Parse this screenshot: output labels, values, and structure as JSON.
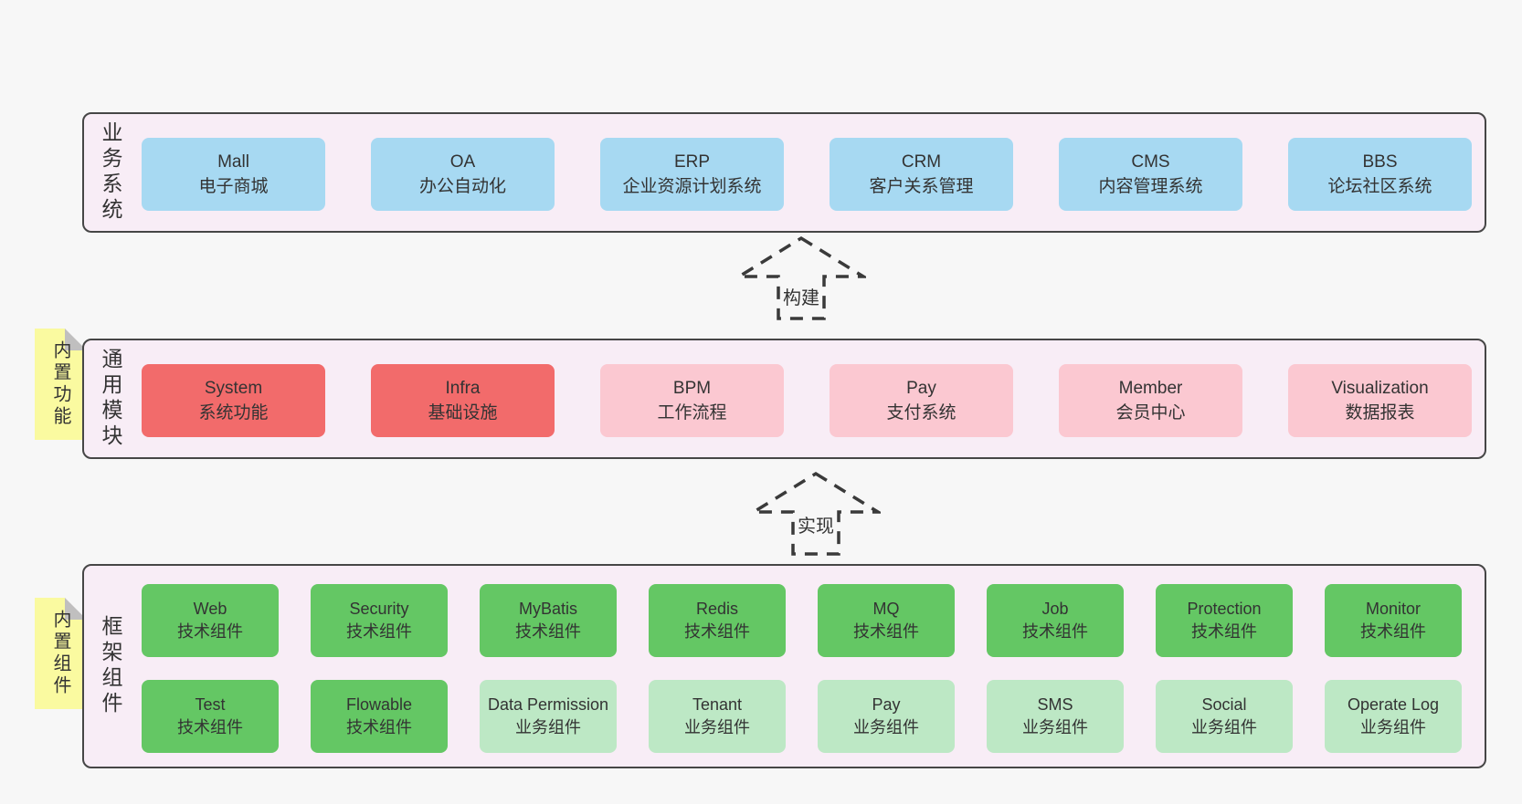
{
  "palette": {
    "page_bg": "#f7f7f7",
    "band_bg": "#f8edf6",
    "band_border": "#464646",
    "text": "#333333",
    "blue": "#a7d9f2",
    "red": "#f26b6b",
    "pink": "#fbc8d1",
    "green": "#64c764",
    "light_green": "#bde8c5",
    "note_yellow": "#fafaa0",
    "note_fold": "#c0bfbf",
    "arrow_stroke": "#3a3a3a"
  },
  "arrows": [
    {
      "label": "构建"
    },
    {
      "label": "实现"
    }
  ],
  "bands": [
    {
      "label": "业务系统",
      "boxes": [
        {
          "title": "Mall",
          "subtitle": "电子商城"
        },
        {
          "title": "OA",
          "subtitle": "办公自动化"
        },
        {
          "title": "ERP",
          "subtitle": "企业资源计划系统"
        },
        {
          "title": "CRM",
          "subtitle": "客户关系管理"
        },
        {
          "title": "CMS",
          "subtitle": "内容管理系统"
        },
        {
          "title": "BBS",
          "subtitle": "论坛社区系统"
        }
      ]
    },
    {
      "label": "通用模块",
      "note": "内置功能",
      "boxes": [
        {
          "title": "System",
          "subtitle": "系统功能"
        },
        {
          "title": "Infra",
          "subtitle": "基础设施"
        },
        {
          "title": "BPM",
          "subtitle": "工作流程"
        },
        {
          "title": "Pay",
          "subtitle": "支付系统"
        },
        {
          "title": "Member",
          "subtitle": "会员中心"
        },
        {
          "title": "Visualization",
          "subtitle": "数据报表"
        }
      ]
    },
    {
      "label": "框架组件",
      "note": "内置组件",
      "rows": [
        [
          {
            "title": "Web",
            "subtitle": "技术组件"
          },
          {
            "title": "Security",
            "subtitle": "技术组件"
          },
          {
            "title": "MyBatis",
            "subtitle": "技术组件"
          },
          {
            "title": "Redis",
            "subtitle": "技术组件"
          },
          {
            "title": "MQ",
            "subtitle": "技术组件"
          },
          {
            "title": "Job",
            "subtitle": "技术组件"
          },
          {
            "title": "Protection",
            "subtitle": "技术组件"
          },
          {
            "title": "Monitor",
            "subtitle": "技术组件"
          }
        ],
        [
          {
            "title": "Test",
            "subtitle": "技术组件"
          },
          {
            "title": "Flowable",
            "subtitle": "技术组件"
          },
          {
            "title": "Data Permission",
            "subtitle": "业务组件"
          },
          {
            "title": "Tenant",
            "subtitle": "业务组件"
          },
          {
            "title": "Pay",
            "subtitle": "业务组件"
          },
          {
            "title": "SMS",
            "subtitle": "业务组件"
          },
          {
            "title": "Social",
            "subtitle": "业务组件"
          },
          {
            "title": "Operate Log",
            "subtitle": "业务组件"
          }
        ]
      ]
    }
  ]
}
